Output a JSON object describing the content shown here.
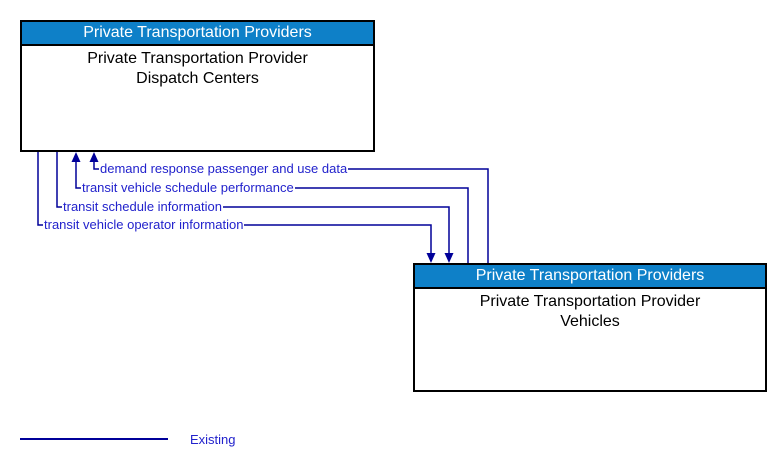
{
  "boxes": {
    "dispatch": {
      "group": "Private Transportation Providers",
      "name": "Private Transportation Provider Dispatch Centers"
    },
    "vehicles": {
      "group": "Private Transportation Providers",
      "name": "Private Transportation Provider Vehicles"
    }
  },
  "flows": [
    {
      "label": "demand response passenger and use data",
      "direction": "vehicles-to-dispatch"
    },
    {
      "label": "transit vehicle schedule performance",
      "direction": "vehicles-to-dispatch"
    },
    {
      "label": "transit schedule information",
      "direction": "dispatch-to-vehicles"
    },
    {
      "label": "transit vehicle operator information",
      "direction": "dispatch-to-vehicles"
    }
  ],
  "legend": {
    "label": "Existing"
  },
  "colors": {
    "header_bg": "#0E80C8",
    "header_text": "#FFFFFF",
    "line": "#000099",
    "label_text": "#2222CC",
    "box_border": "#000000",
    "page_bg": "#FFFFFF"
  }
}
